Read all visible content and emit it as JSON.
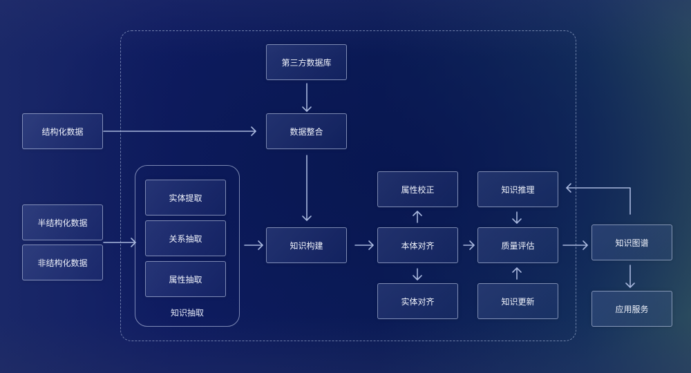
{
  "group": {
    "label": "知识抽取"
  },
  "nodes": {
    "third_party_db": "第三方数据库",
    "structured_data": "结构化数据",
    "data_integration": "数据整合",
    "semi_structured_data": "半结构化数据",
    "unstructured_data": "非结构化数据",
    "entity_extraction": "实体提取",
    "relation_extraction": "关系抽取",
    "attribute_extraction": "属性抽取",
    "knowledge_construction": "知识构建",
    "attribute_correction": "属性校正",
    "ontology_alignment": "本体对齐",
    "entity_alignment": "实体对齐",
    "knowledge_reasoning": "知识推理",
    "quality_assessment": "质量评估",
    "knowledge_update": "知识更新",
    "knowledge_graph": "知识图谱",
    "application_service": "应用服务"
  },
  "colors": {
    "arrow": "#a9b8de",
    "node_border": "#d2dcf5",
    "text": "#f1f4fc"
  }
}
